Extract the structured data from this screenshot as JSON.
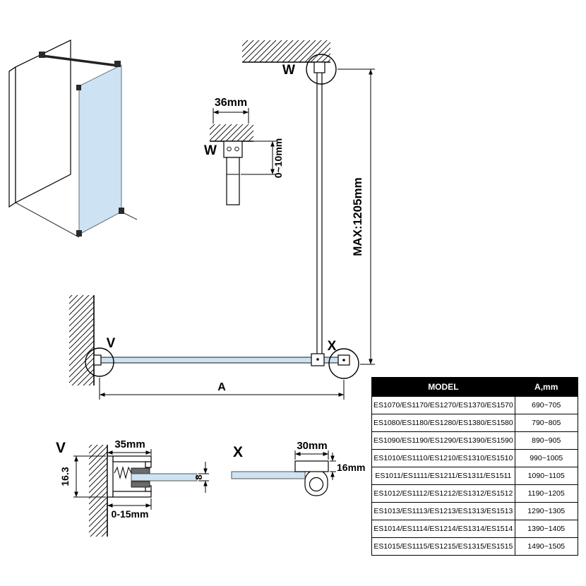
{
  "colors": {
    "glass": "#cde3f4",
    "line": "#000000",
    "table_header_bg": "#000000",
    "table_header_fg": "#ffffff"
  },
  "callouts": {
    "w": "W",
    "v": "V",
    "x": "X"
  },
  "dimensions": {
    "bracket_offset": "36mm",
    "bracket_gap": "0~10mm",
    "bar_max_length": "MAX:1205mm",
    "panel_width": "A",
    "profile_height": "16.3",
    "profile_depth": "35mm",
    "glass_thickness": "8",
    "wall_adjustment": "0-15mm",
    "clamp_width": "30mm",
    "clamp_height": "16mm"
  },
  "table": {
    "headers": [
      "MODEL",
      "A,mm"
    ],
    "rows": [
      {
        "model": "ES1070/ES1170/ES1270/ES1370/ES1570",
        "a_mm": "690~705"
      },
      {
        "model": "ES1080/ES1180/ES1280/ES1380/ES1580",
        "a_mm": "790~805"
      },
      {
        "model": "ES1090/ES1190/ES1290/ES1390/ES1590",
        "a_mm": "890~905"
      },
      {
        "model": "ES1010/ES1110/ES1210/ES1310/ES1510",
        "a_mm": "990~1005"
      },
      {
        "model": "ES1011/ES1111/ES1211/ES1311/ES1511",
        "a_mm": "1090~1105"
      },
      {
        "model": "ES1012/ES1112/ES1212/ES1312/ES1512",
        "a_mm": "1190~1205"
      },
      {
        "model": "ES1013/ES1113/ES1213/ES1313/ES1513",
        "a_mm": "1290~1305"
      },
      {
        "model": "ES1014/ES1114/ES1214/ES1314/ES1514",
        "a_mm": "1390~1405"
      },
      {
        "model": "ES1015/ES1115/ES1215/ES1315/ES1515",
        "a_mm": "1490~1505"
      }
    ]
  }
}
